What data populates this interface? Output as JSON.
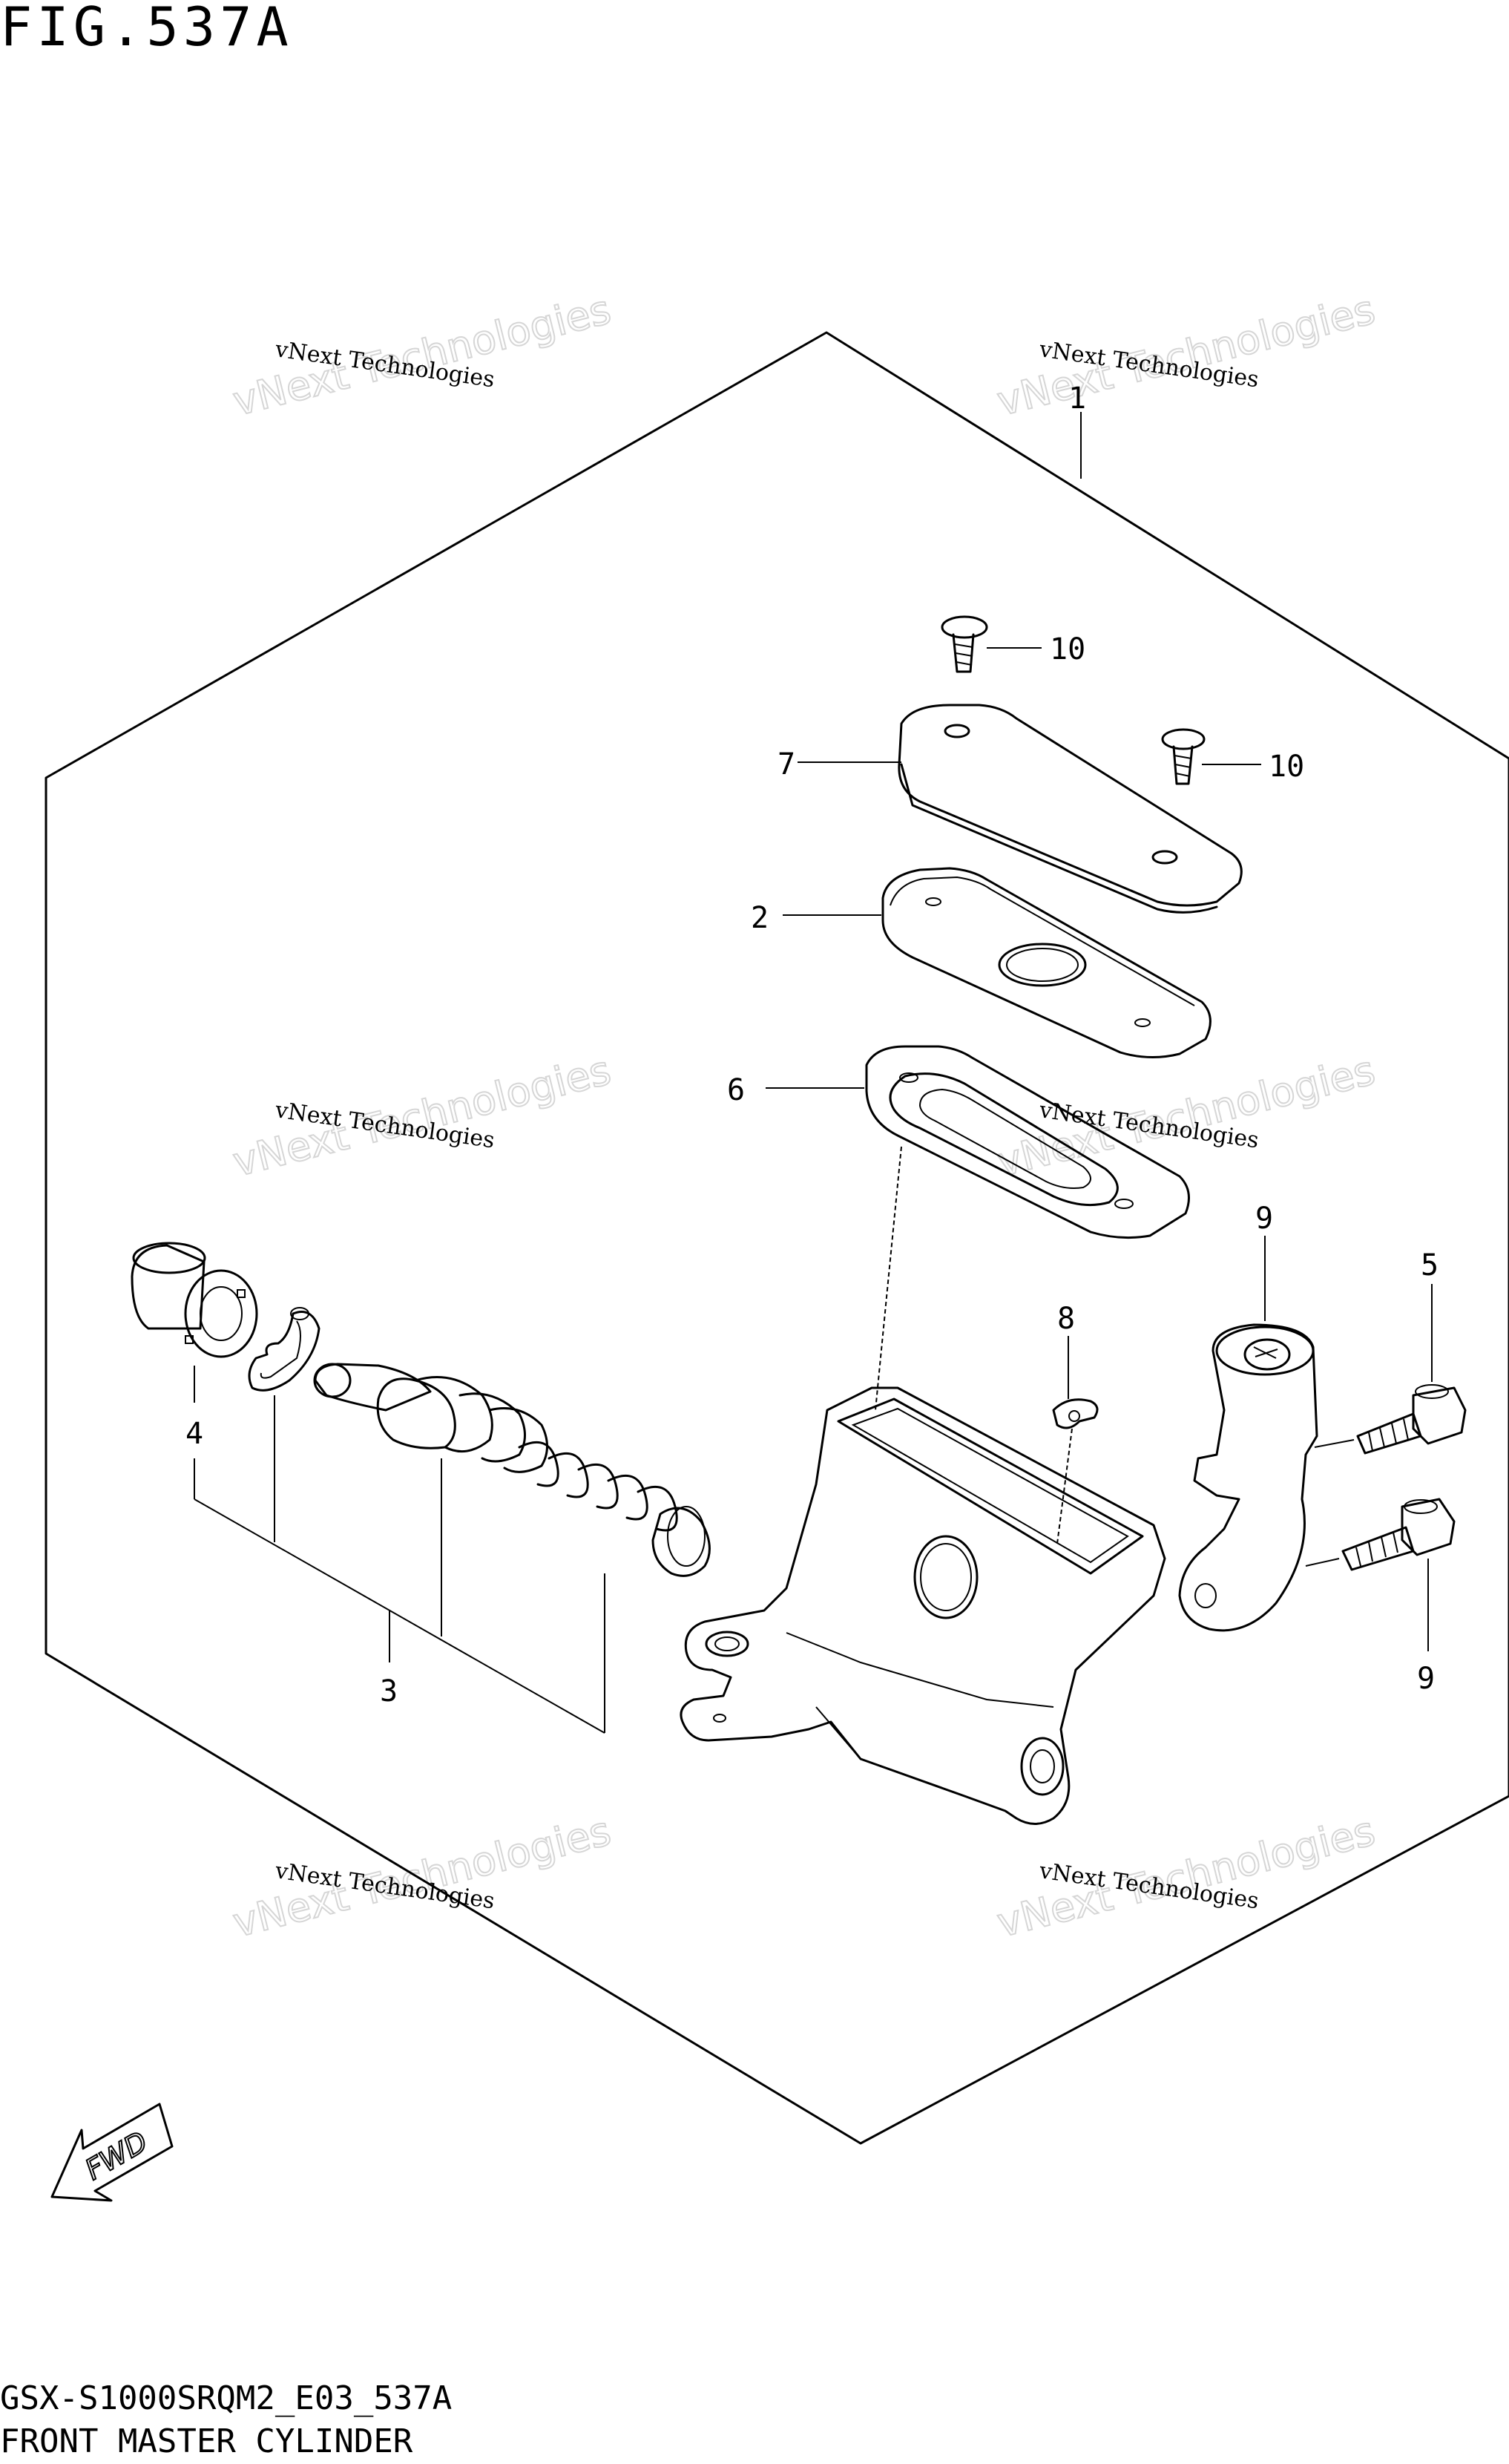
{
  "figure": {
    "title": "FIG.537A"
  },
  "footer": {
    "model_code": "GSX-S1000SRQM2_E03_537A",
    "caption": "FRONT MASTER CYLINDER"
  },
  "callouts": [
    {
      "id": "c1",
      "label": "1"
    },
    {
      "id": "c10a",
      "label": "10"
    },
    {
      "id": "c10b",
      "label": "10"
    },
    {
      "id": "c7",
      "label": "7"
    },
    {
      "id": "c2",
      "label": "2"
    },
    {
      "id": "c6",
      "label": "6"
    },
    {
      "id": "c8",
      "label": "8"
    },
    {
      "id": "c9a",
      "label": "9"
    },
    {
      "id": "c5",
      "label": "5"
    },
    {
      "id": "c4",
      "label": "4"
    },
    {
      "id": "c3",
      "label": "3"
    },
    {
      "id": "c9b",
      "label": "9"
    }
  ],
  "watermark": {
    "line1": "vNext Technologies",
    "line2": "vNext Technologies"
  },
  "fwd_arrow": {
    "label": "FWD",
    "icon": "fwd-arrow-icon"
  }
}
